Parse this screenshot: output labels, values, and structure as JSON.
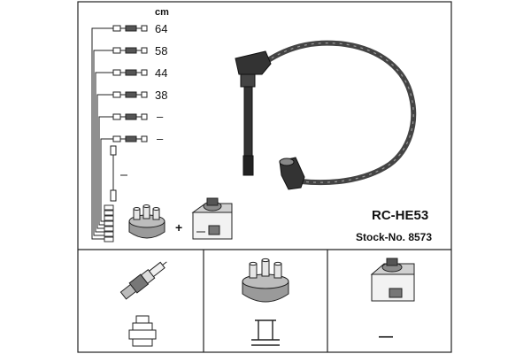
{
  "header": {
    "unit_label": "cm"
  },
  "cables": [
    {
      "length": "64"
    },
    {
      "length": "58"
    },
    {
      "length": "44"
    },
    {
      "length": "38"
    },
    {
      "length": "–"
    },
    {
      "length": "–"
    }
  ],
  "kit_plus": "+",
  "product": {
    "code": "RC-HE53",
    "stock_number": "Stock-No. 8573"
  },
  "bottom_panels": {
    "third_dash": "—"
  }
}
